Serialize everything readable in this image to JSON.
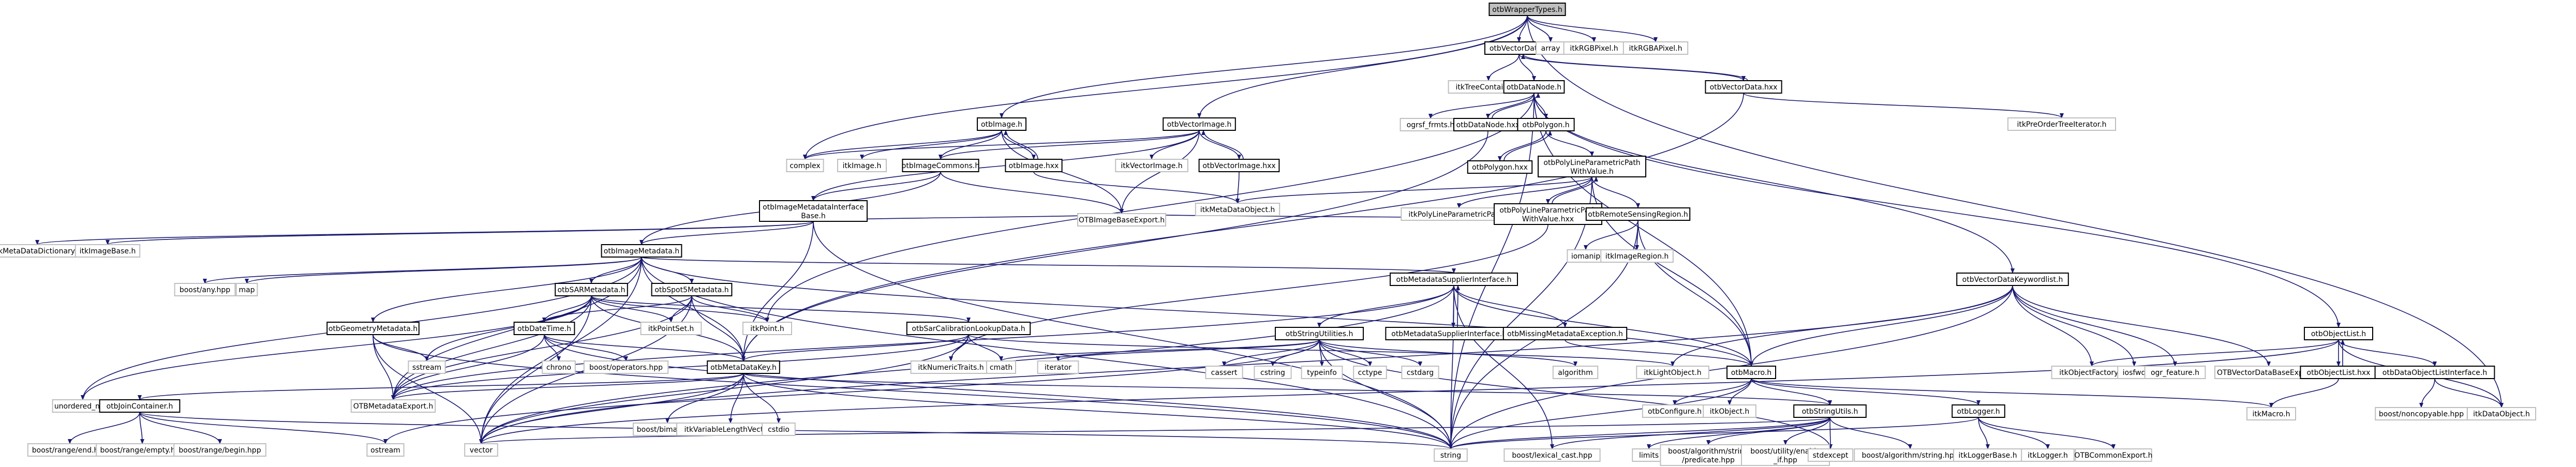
{
  "title": "otbWrapperTypes.h include dependency graph",
  "colors": {
    "edge": "#191970",
    "root_fill": "#bfbfbf",
    "documented_border": "#000000",
    "external_border": "#bfbfbf"
  },
  "nodes": [
    {
      "id": "root",
      "label": "otbWrapperTypes.h",
      "kind": "root"
    },
    {
      "id": "vectordata_h",
      "label": "otbVectorData.h",
      "kind": "doc"
    },
    {
      "id": "array",
      "label": "array",
      "kind": "ext"
    },
    {
      "id": "itkRGBPixel",
      "label": "itkRGBPixel.h",
      "kind": "ext"
    },
    {
      "id": "itkRGBAPixel",
      "label": "itkRGBAPixel.h",
      "kind": "ext"
    },
    {
      "id": "itkTreeContainer",
      "label": "itkTreeContainer.h",
      "kind": "ext"
    },
    {
      "id": "datanode_h",
      "label": "otbDataNode.h",
      "kind": "doc"
    },
    {
      "id": "vectordata_hxx",
      "label": "otbVectorData.hxx",
      "kind": "doc"
    },
    {
      "id": "itkPreOrder",
      "label": "itkPreOrderTreeIterator.h",
      "kind": "ext"
    },
    {
      "id": "ogrsf",
      "label": "ogrsf_frmts.h",
      "kind": "ext"
    },
    {
      "id": "datanode_hxx",
      "label": "otbDataNode.hxx",
      "kind": "doc"
    },
    {
      "id": "polygon_h",
      "label": "otbPolygon.h",
      "kind": "doc"
    },
    {
      "id": "polygon_hxx",
      "label": "otbPolygon.hxx",
      "kind": "doc"
    },
    {
      "id": "plpp_h",
      "label": "otbPolyLineParametricPath\nWithValue.h",
      "kind": "doc"
    },
    {
      "id": "itkPLPP",
      "label": "itkPolyLineParametricPath.h",
      "kind": "ext"
    },
    {
      "id": "plpp_hxx",
      "label": "otbPolyLineParametricPath\nWithValue.hxx",
      "kind": "doc"
    },
    {
      "id": "rsregion",
      "label": "otbRemoteSensingRegion.h",
      "kind": "doc"
    },
    {
      "id": "iomanip",
      "label": "iomanip",
      "kind": "ext"
    },
    {
      "id": "itkImageRegion",
      "label": "itkImageRegion.h",
      "kind": "ext"
    },
    {
      "id": "image_h",
      "label": "otbImage.h",
      "kind": "doc"
    },
    {
      "id": "vectorimage_h",
      "label": "otbVectorImage.h",
      "kind": "doc"
    },
    {
      "id": "complex",
      "label": "complex",
      "kind": "ext"
    },
    {
      "id": "itkImage",
      "label": "itkImage.h",
      "kind": "ext"
    },
    {
      "id": "imagecommons",
      "label": "otbImageCommons.h",
      "kind": "doc"
    },
    {
      "id": "image_hxx",
      "label": "otbImage.hxx",
      "kind": "doc"
    },
    {
      "id": "itkVectorImage",
      "label": "itkVectorImage.h",
      "kind": "ext"
    },
    {
      "id": "vectorimage_hxx",
      "label": "otbVectorImage.hxx",
      "kind": "doc"
    },
    {
      "id": "itkMetaDataObject",
      "label": "itkMetaDataObject.h",
      "kind": "ext"
    },
    {
      "id": "imibase",
      "label": "otbImageMetadataInterface\nBase.h",
      "kind": "doc"
    },
    {
      "id": "otbImageBaseExport",
      "label": "OTBImageBaseExport.h",
      "kind": "ext"
    },
    {
      "id": "itkMetaDataDictionary",
      "label": "itkMetaDataDictionary.h",
      "kind": "ext"
    },
    {
      "id": "itkImageBase",
      "label": "itkImageBase.h",
      "kind": "ext"
    },
    {
      "id": "imagemetadata",
      "label": "otbImageMetadata.h",
      "kind": "doc"
    },
    {
      "id": "boostany",
      "label": "boost/any.hpp",
      "kind": "ext"
    },
    {
      "id": "map",
      "label": "map",
      "kind": "ext"
    },
    {
      "id": "sarmetadata",
      "label": "otbSARMetadata.h",
      "kind": "doc"
    },
    {
      "id": "spot5metadata",
      "label": "otbSpot5Metadata.h",
      "kind": "doc"
    },
    {
      "id": "geometrymetadata",
      "label": "otbGeometryMetadata.h",
      "kind": "doc"
    },
    {
      "id": "datetime",
      "label": "otbDateTime.h",
      "kind": "doc"
    },
    {
      "id": "itkPointSet",
      "label": "itkPointSet.h",
      "kind": "ext"
    },
    {
      "id": "itkPoint",
      "label": "itkPoint.h",
      "kind": "ext"
    },
    {
      "id": "sstream",
      "label": "sstream",
      "kind": "ext"
    },
    {
      "id": "chrono",
      "label": "chrono",
      "kind": "ext"
    },
    {
      "id": "boostoperators",
      "label": "boost/operators.hpp",
      "kind": "ext"
    },
    {
      "id": "sarcal",
      "label": "otbSarCalibrationLookupData.h",
      "kind": "doc"
    },
    {
      "id": "metadatakey",
      "label": "otbMetaDataKey.h",
      "kind": "doc"
    },
    {
      "id": "metasupplier_h",
      "label": "otbMetadataSupplierInterface.h",
      "kind": "doc"
    },
    {
      "id": "metasupplier_hxx",
      "label": "otbMetadataSupplierInterface.hxx",
      "kind": "doc"
    },
    {
      "id": "missingmeta",
      "label": "otbMissingMetadataException.h",
      "kind": "doc"
    },
    {
      "id": "stringutilities",
      "label": "otbStringUtilities.h",
      "kind": "doc"
    },
    {
      "id": "itkNumericTraits",
      "label": "itkNumericTraits.h",
      "kind": "ext"
    },
    {
      "id": "cmath",
      "label": "cmath",
      "kind": "ext"
    },
    {
      "id": "iterator",
      "label": "iterator",
      "kind": "ext"
    },
    {
      "id": "cassert",
      "label": "cassert",
      "kind": "ext"
    },
    {
      "id": "cstring",
      "label": "cstring",
      "kind": "ext"
    },
    {
      "id": "typeinfo",
      "label": "typeinfo",
      "kind": "ext"
    },
    {
      "id": "cctype",
      "label": "cctype",
      "kind": "ext"
    },
    {
      "id": "cstdarg",
      "label": "cstdarg",
      "kind": "ext"
    },
    {
      "id": "algorithm",
      "label": "algorithm",
      "kind": "ext"
    },
    {
      "id": "itkLightObject",
      "label": "itkLightObject.h",
      "kind": "ext"
    },
    {
      "id": "otbmacro",
      "label": "otbMacro.h",
      "kind": "doc"
    },
    {
      "id": "vdkeywordlist",
      "label": "otbVectorDataKeywordlist.h",
      "kind": "doc"
    },
    {
      "id": "itkObjectFactory",
      "label": "itkObjectFactory.h",
      "kind": "ext"
    },
    {
      "id": "iosfwd",
      "label": "iosfwd",
      "kind": "ext"
    },
    {
      "id": "ogrfeature",
      "label": "ogr_feature.h",
      "kind": "ext"
    },
    {
      "id": "otbVDBExport",
      "label": "OTBVectorDataBaseExport.h",
      "kind": "ext"
    },
    {
      "id": "objectlist_h",
      "label": "otbObjectList.h",
      "kind": "doc"
    },
    {
      "id": "objectlist_hxx",
      "label": "otbObjectList.hxx",
      "kind": "doc"
    },
    {
      "id": "dolinterface",
      "label": "otbDataObjectListInterface.h",
      "kind": "doc"
    },
    {
      "id": "boostnoncopyable",
      "label": "boost/noncopyable.hpp",
      "kind": "ext"
    },
    {
      "id": "itkDataObject",
      "label": "itkDataObject.h",
      "kind": "ext"
    },
    {
      "id": "otbconfigure",
      "label": "otbConfigure.h",
      "kind": "ext"
    },
    {
      "id": "itkObject",
      "label": "itkObject.h",
      "kind": "ext"
    },
    {
      "id": "stringutils",
      "label": "otbStringUtils.h",
      "kind": "doc"
    },
    {
      "id": "logger",
      "label": "otbLogger.h",
      "kind": "doc"
    },
    {
      "id": "itkMacro",
      "label": "itkMacro.h",
      "kind": "ext"
    },
    {
      "id": "unorderedmap",
      "label": "unordered_map",
      "kind": "ext"
    },
    {
      "id": "joincontainer",
      "label": "otbJoinContainer.h",
      "kind": "doc"
    },
    {
      "id": "otbMetadataExport",
      "label": "OTBMetadataExport.h",
      "kind": "ext"
    },
    {
      "id": "boostbimap",
      "label": "boost/bimap.hpp",
      "kind": "ext"
    },
    {
      "id": "itkVLV",
      "label": "itkVariableLengthVector.h",
      "kind": "ext"
    },
    {
      "id": "cstdio",
      "label": "cstdio",
      "kind": "ext"
    },
    {
      "id": "rangeend",
      "label": "boost/range/end.hpp",
      "kind": "ext"
    },
    {
      "id": "rangeempty",
      "label": "boost/range/empty.hpp",
      "kind": "ext"
    },
    {
      "id": "rangebegin",
      "label": "boost/range/begin.hpp",
      "kind": "ext"
    },
    {
      "id": "ostream",
      "label": "ostream",
      "kind": "ext"
    },
    {
      "id": "vector",
      "label": "vector",
      "kind": "ext"
    },
    {
      "id": "string",
      "label": "string",
      "kind": "ext"
    },
    {
      "id": "lexicalcast",
      "label": "boost/lexical_cast.hpp",
      "kind": "ext"
    },
    {
      "id": "limits",
      "label": "limits",
      "kind": "ext"
    },
    {
      "id": "predicate",
      "label": "boost/algorithm/string\n/predicate.hpp",
      "kind": "ext"
    },
    {
      "id": "enableif",
      "label": "boost/utility/enable\n_if.hpp",
      "kind": "ext"
    },
    {
      "id": "stdexcept",
      "label": "stdexcept",
      "kind": "ext"
    },
    {
      "id": "boostalgstring",
      "label": "boost/algorithm/string.hpp",
      "kind": "ext"
    },
    {
      "id": "itkLoggerBase",
      "label": "itkLoggerBase.h",
      "kind": "ext"
    },
    {
      "id": "itkLogger",
      "label": "itkLogger.h",
      "kind": "ext"
    },
    {
      "id": "otbCommonExport",
      "label": "OTBCommonExport.h",
      "kind": "ext"
    }
  ],
  "edges": [
    [
      "root",
      "vectordata_h"
    ],
    [
      "root",
      "array"
    ],
    [
      "root",
      "itkRGBPixel"
    ],
    [
      "root",
      "itkRGBAPixel"
    ],
    [
      "root",
      "image_h"
    ],
    [
      "root",
      "vectorimage_h"
    ],
    [
      "root",
      "complex"
    ],
    [
      "root",
      "itkDataObject"
    ],
    [
      "vectordata_h",
      "itkTreeContainer"
    ],
    [
      "vectordata_h",
      "datanode_h"
    ],
    [
      "vectordata_h",
      "vectordata_hxx"
    ],
    [
      "vectordata_hxx",
      "vectordata_h"
    ],
    [
      "vectordata_hxx",
      "itkPreOrder"
    ],
    [
      "vectordata_hxx",
      "metadatakey"
    ],
    [
      "datanode_h",
      "ogrsf"
    ],
    [
      "datanode_h",
      "datanode_hxx"
    ],
    [
      "datanode_hxx",
      "datanode_h"
    ],
    [
      "datanode_h",
      "polygon_h"
    ],
    [
      "datanode_h",
      "itkPoint"
    ],
    [
      "datanode_h",
      "vdkeywordlist"
    ],
    [
      "datanode_h",
      "objectlist_h"
    ],
    [
      "datanode_h",
      "string"
    ],
    [
      "datanode_h",
      "otbmacro"
    ],
    [
      "datanode_hxx",
      "metadatakey"
    ],
    [
      "polygon_h",
      "polygon_hxx"
    ],
    [
      "polygon_hxx",
      "polygon_h"
    ],
    [
      "polygon_h",
      "plpp_h"
    ],
    [
      "plpp_h",
      "itkPLPP"
    ],
    [
      "plpp_h",
      "plpp_hxx"
    ],
    [
      "plpp_hxx",
      "plpp_h"
    ],
    [
      "plpp_h",
      "rsregion"
    ],
    [
      "plpp_h",
      "itkMetaDataObject"
    ],
    [
      "plpp_h",
      "otbmacro"
    ],
    [
      "plpp_h",
      "string"
    ],
    [
      "plpp_hxx",
      "itkNumericTraits"
    ],
    [
      "rsregion",
      "iomanip"
    ],
    [
      "rsregion",
      "itkImageRegion"
    ],
    [
      "rsregion",
      "otbImageBaseExport"
    ],
    [
      "rsregion",
      "string"
    ],
    [
      "rsregion",
      "otbmacro"
    ],
    [
      "image_h",
      "complex"
    ],
    [
      "image_h",
      "itkImage"
    ],
    [
      "image_h",
      "imagecommons"
    ],
    [
      "image_h",
      "image_hxx"
    ],
    [
      "image_hxx",
      "image_h"
    ],
    [
      "image_h",
      "otbImageBaseExport"
    ],
    [
      "image_hxx",
      "itkMetaDataObject"
    ],
    [
      "vectorimage_h",
      "itkVectorImage"
    ],
    [
      "vectorimage_h",
      "vectorimage_hxx"
    ],
    [
      "vectorimage_hxx",
      "vectorimage_h"
    ],
    [
      "vectorimage_h",
      "imagecommons"
    ],
    [
      "vectorimage_h",
      "complex"
    ],
    [
      "vectorimage_h",
      "imibase"
    ],
    [
      "vectorimage_h",
      "otbImageBaseExport"
    ],
    [
      "vectorimage_hxx",
      "itkMetaDataObject"
    ],
    [
      "imagecommons",
      "imagemetadata"
    ],
    [
      "imagecommons",
      "otbImageBaseExport"
    ],
    [
      "imagecommons",
      "imibase"
    ],
    [
      "imibase",
      "itkMetaDataDictionary"
    ],
    [
      "imibase",
      "itkImageBase"
    ],
    [
      "imibase",
      "imagemetadata"
    ],
    [
      "imibase",
      "metadatakey"
    ],
    [
      "imibase",
      "otbImageBaseExport"
    ],
    [
      "imibase",
      "string"
    ],
    [
      "imagemetadata",
      "boostany"
    ],
    [
      "imagemetadata",
      "map"
    ],
    [
      "imagemetadata",
      "sarmetadata"
    ],
    [
      "imagemetadata",
      "spot5metadata"
    ],
    [
      "imagemetadata",
      "geometrymetadata"
    ],
    [
      "imagemetadata",
      "metadatakey"
    ],
    [
      "imagemetadata",
      "metasupplier_h"
    ],
    [
      "imagemetadata",
      "unorderedmap"
    ],
    [
      "imagemetadata",
      "otbMetadataExport"
    ],
    [
      "imagemetadata",
      "vector"
    ],
    [
      "imagemetadata",
      "string"
    ],
    [
      "imagemetadata",
      "otbmacro"
    ],
    [
      "sarmetadata",
      "datetime"
    ],
    [
      "sarmetadata",
      "itkPointSet"
    ],
    [
      "sarmetadata",
      "itkPoint"
    ],
    [
      "sarmetadata",
      "sarcal"
    ],
    [
      "sarmetadata",
      "metadatakey"
    ],
    [
      "sarmetadata",
      "sstream"
    ],
    [
      "sarmetadata",
      "otbMetadataExport"
    ],
    [
      "sarmetadata",
      "vector"
    ],
    [
      "sarmetadata",
      "unorderedmap"
    ],
    [
      "spot5metadata",
      "datetime"
    ],
    [
      "spot5metadata",
      "itkPointSet"
    ],
    [
      "spot5metadata",
      "itkPoint"
    ],
    [
      "spot5metadata",
      "metadatakey"
    ],
    [
      "spot5metadata",
      "otbMetadataExport"
    ],
    [
      "spot5metadata",
      "vector"
    ],
    [
      "geometrymetadata",
      "sstream"
    ],
    [
      "geometrymetadata",
      "otbMetadataExport"
    ],
    [
      "geometrymetadata",
      "vector"
    ],
    [
      "geometrymetadata",
      "string"
    ],
    [
      "datetime",
      "chrono"
    ],
    [
      "datetime",
      "boostoperators"
    ],
    [
      "datetime",
      "otbMetadataExport"
    ],
    [
      "datetime",
      "metadatakey"
    ],
    [
      "datetime",
      "string"
    ],
    [
      "sarcal",
      "itkNumericTraits"
    ],
    [
      "sarcal",
      "metadatakey"
    ],
    [
      "sarcal",
      "cmath"
    ],
    [
      "sarcal",
      "itkLightObject"
    ],
    [
      "sarcal",
      "otbMetadataExport"
    ],
    [
      "sarcal",
      "vector"
    ],
    [
      "metadatakey",
      "boostbimap"
    ],
    [
      "metadatakey",
      "itkVLV"
    ],
    [
      "metadatakey",
      "cstdio"
    ],
    [
      "metadatakey",
      "joincontainer"
    ],
    [
      "metadatakey",
      "otbMetadataExport"
    ],
    [
      "metadatakey",
      "string"
    ],
    [
      "metadatakey",
      "vector"
    ],
    [
      "metadatakey",
      "stringutils"
    ],
    [
      "metasupplier_h",
      "stringutilities"
    ],
    [
      "metasupplier_h",
      "metasupplier_hxx"
    ],
    [
      "metasupplier_hxx",
      "metasupplier_h"
    ],
    [
      "metasupplier_h",
      "missingmeta"
    ],
    [
      "metasupplier_h",
      "otbMetadataExport"
    ],
    [
      "metasupplier_h",
      "string"
    ],
    [
      "metasupplier_h",
      "vector"
    ],
    [
      "metasupplier_h",
      "otbmacro"
    ],
    [
      "metasupplier_h",
      "lexicalcast"
    ],
    [
      "missingmeta",
      "otbmacro"
    ],
    [
      "stringutilities",
      "iterator"
    ],
    [
      "stringutilities",
      "cassert"
    ],
    [
      "stringutilities",
      "cstring"
    ],
    [
      "stringutilities",
      "typeinfo"
    ],
    [
      "stringutilities",
      "cctype"
    ],
    [
      "stringutilities",
      "cstdarg"
    ],
    [
      "stringutilities",
      "algorithm"
    ],
    [
      "stringutilities",
      "cmath"
    ],
    [
      "stringutilities",
      "string"
    ],
    [
      "stringutilities",
      "ostream"
    ],
    [
      "stringutilities",
      "stdexcept"
    ],
    [
      "otbmacro",
      "otbconfigure"
    ],
    [
      "otbmacro",
      "itkObject"
    ],
    [
      "otbmacro",
      "stringutils"
    ],
    [
      "otbmacro",
      "logger"
    ],
    [
      "otbmacro",
      "itkMacro"
    ],
    [
      "otbmacro",
      "string"
    ],
    [
      "vdkeywordlist",
      "itkObjectFactory"
    ],
    [
      "vdkeywordlist",
      "iosfwd"
    ],
    [
      "vdkeywordlist",
      "ogrfeature"
    ],
    [
      "vdkeywordlist",
      "otbVDBExport"
    ],
    [
      "vdkeywordlist",
      "otbmacro"
    ],
    [
      "vdkeywordlist",
      "string"
    ],
    [
      "vdkeywordlist",
      "vector"
    ],
    [
      "vdkeywordlist",
      "itkLightObject"
    ],
    [
      "objectlist_h",
      "objectlist_hxx"
    ],
    [
      "objectlist_hxx",
      "objectlist_h"
    ],
    [
      "objectlist_h",
      "dolinterface"
    ],
    [
      "objectlist_h",
      "itkDataObject"
    ],
    [
      "objectlist_h",
      "itkObjectFactory"
    ],
    [
      "objectlist_h",
      "vector"
    ],
    [
      "objectlist_hxx",
      "itkMacro"
    ],
    [
      "dolinterface",
      "boostnoncopyable"
    ],
    [
      "dolinterface",
      "itkDataObject"
    ],
    [
      "stringutils",
      "limits"
    ],
    [
      "stringutils",
      "predicate"
    ],
    [
      "stringutils",
      "enableif"
    ],
    [
      "stringutils",
      "stdexcept"
    ],
    [
      "stringutils",
      "boostalgstring"
    ],
    [
      "stringutils",
      "string"
    ],
    [
      "stringutils",
      "vector"
    ],
    [
      "stringutils",
      "lexicalcast"
    ],
    [
      "logger",
      "itkLoggerBase"
    ],
    [
      "logger",
      "itkLogger"
    ],
    [
      "logger",
      "otbCommonExport"
    ],
    [
      "logger",
      "string"
    ],
    [
      "joincontainer",
      "rangeend"
    ],
    [
      "joincontainer",
      "rangeempty"
    ],
    [
      "joincontainer",
      "rangebegin"
    ],
    [
      "joincontainer",
      "ostream"
    ],
    [
      "joincontainer",
      "string"
    ],
    [
      "joincontainer",
      "unorderedmap"
    ]
  ]
}
